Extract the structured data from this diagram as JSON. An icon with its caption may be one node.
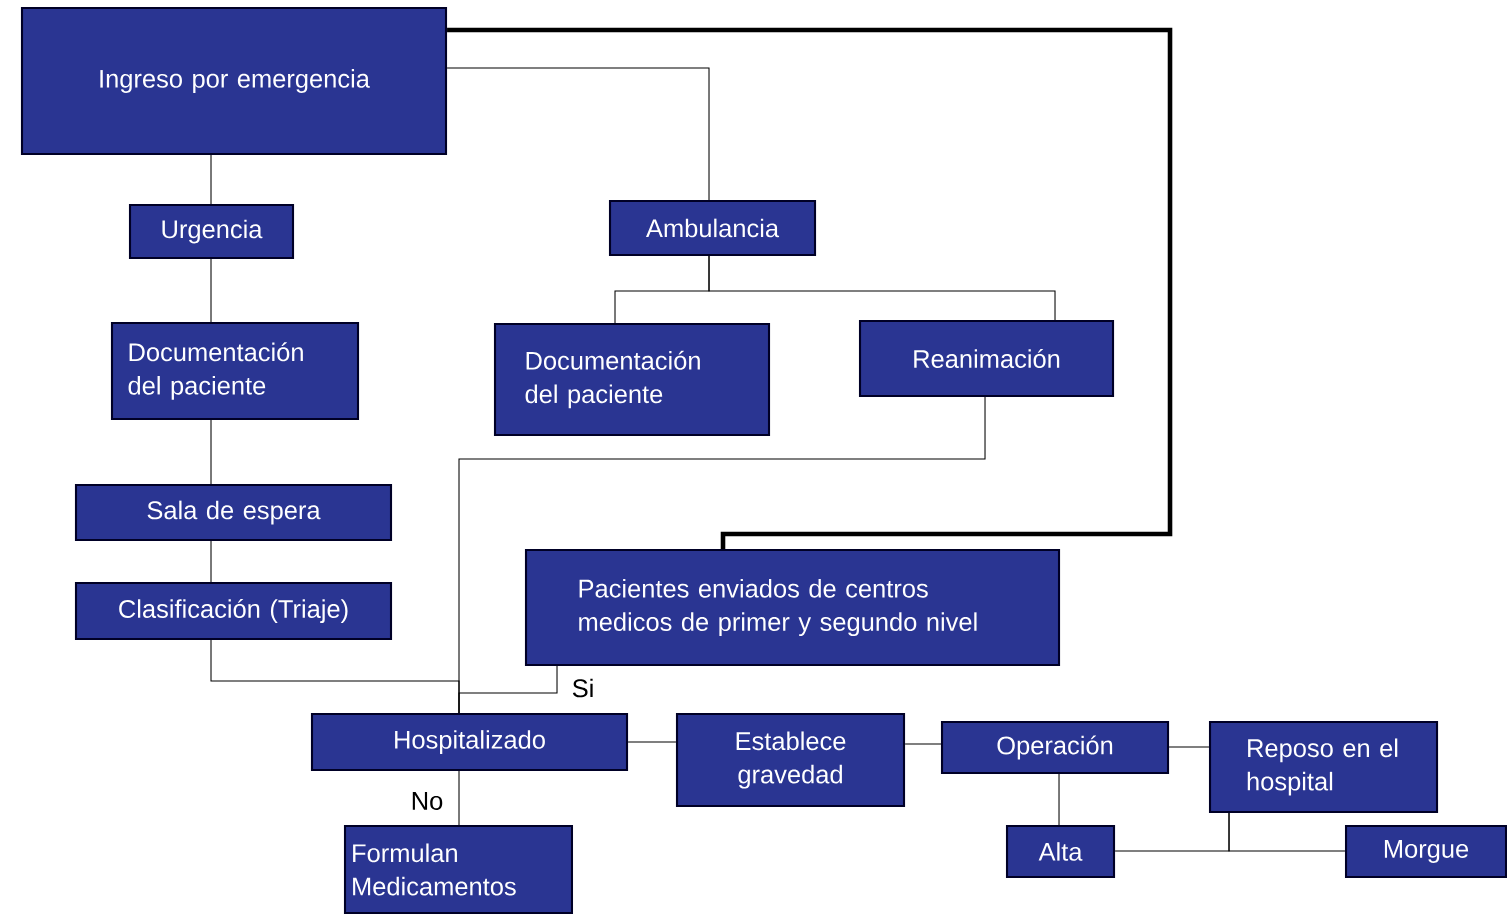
{
  "diagram": {
    "nodes": [
      {
        "text": [
          "Ingreso por emergencia"
        ]
      },
      {
        "text": [
          "Urgencia"
        ]
      },
      {
        "text": [
          "Ambulancia"
        ]
      },
      {
        "text": [
          "Documentación del paciente"
        ]
      },
      {
        "text": [
          "Documentación del paciente"
        ]
      },
      {
        "text": [
          "Reanimación"
        ]
      },
      {
        "text": [
          "Sala de espera"
        ]
      },
      {
        "text": [
          "Clasificación (Triaje)"
        ]
      },
      {
        "text": [
          "Pacientes enviados de centros medicos de primer y segundo nivel"
        ]
      },
      {
        "text": [
          "Hospitalizado"
        ]
      },
      {
        "text": [
          "Establece gravedad"
        ]
      },
      {
        "text": [
          "Operación"
        ]
      },
      {
        "text": [
          "Reposo en el hospital"
        ]
      },
      {
        "text": [
          "Formulan Medicamentos"
        ]
      },
      {
        "text": [
          "Alta"
        ]
      },
      {
        "text": [
          "Morgue"
        ]
      }
    ],
    "edges": [
      {
        "from": 0,
        "to": 1,
        "arrow": "none"
      },
      {
        "from": 0,
        "to": 2,
        "arrow": "none"
      },
      {
        "from": 0,
        "to": 8,
        "arrow": "none",
        "style": "thick"
      },
      {
        "from": 1,
        "to": 3,
        "arrow": "none"
      },
      {
        "from": 3,
        "to": 6,
        "arrow": "none"
      },
      {
        "from": 6,
        "to": 7,
        "arrow": "none"
      },
      {
        "from": 2,
        "to": 4,
        "arrow": "none"
      },
      {
        "from": 2,
        "to": 5,
        "arrow": "none"
      },
      {
        "from": 7,
        "to": 9,
        "arrow": "none"
      },
      {
        "from": 5,
        "to": 9,
        "arrow": "none"
      },
      {
        "from": 8,
        "to": 9,
        "arrow": "none",
        "label": "Si"
      },
      {
        "from": 9,
        "to": 13,
        "arrow": "none",
        "label": "No"
      },
      {
        "from": 9,
        "to": 10,
        "arrow": "none"
      },
      {
        "from": 10,
        "to": 11,
        "arrow": "none"
      },
      {
        "from": 11,
        "to": 12,
        "arrow": "none"
      },
      {
        "from": 11,
        "to": 14,
        "arrow": "none"
      },
      {
        "from": 12,
        "to": 14,
        "arrow": "none"
      },
      {
        "from": 12,
        "to": 15,
        "arrow": "none"
      }
    ]
  }
}
